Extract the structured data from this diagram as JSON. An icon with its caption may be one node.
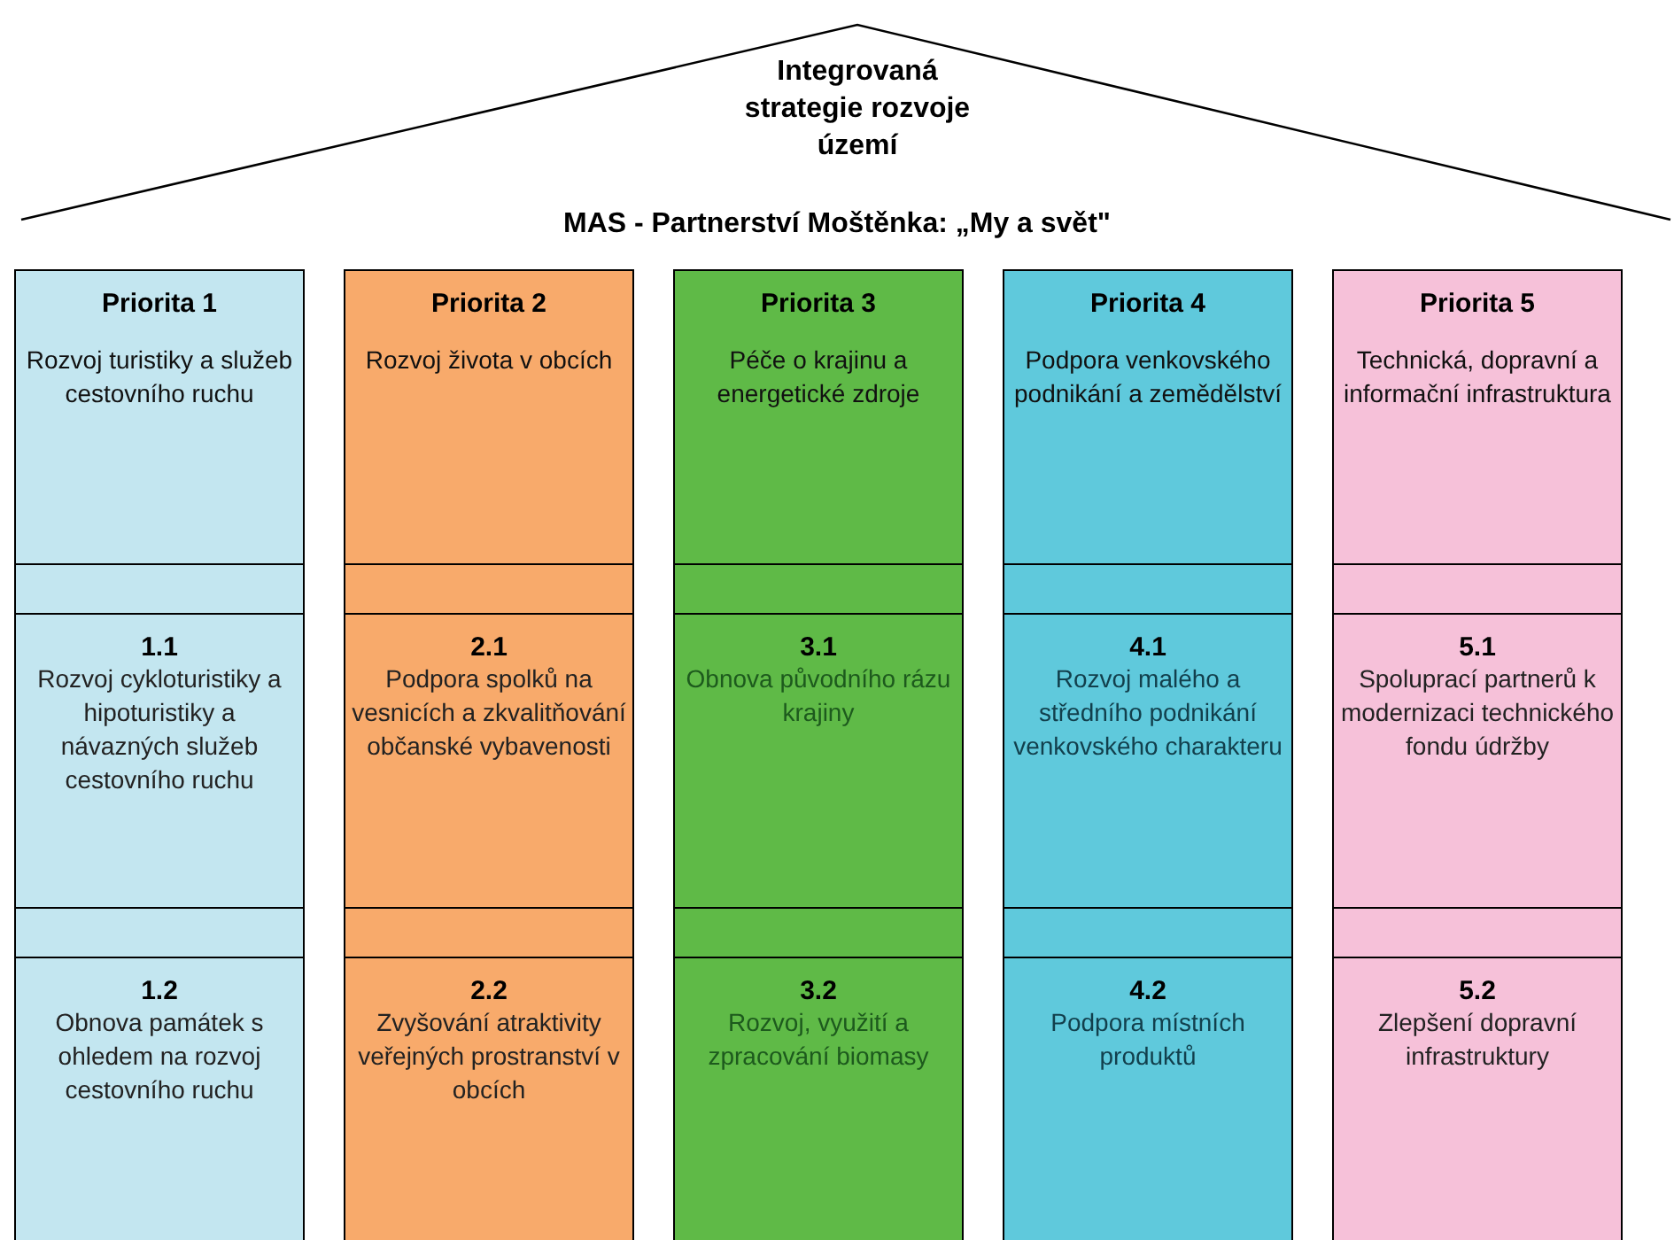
{
  "diagram": {
    "nodes": [
      {
        "text": [
          "Integrovaná strategie rozvoje území"
        ]
      },
      {
        "text": [
          "Priorita 1",
          "Rozvoj turistiky a služeb cestovního ruchu"
        ]
      },
      {
        "text": [],
        "shape": "box"
      },
      {
        "text": [
          "1.1",
          "Rozvoj cykloturistiky a hipoturistiky a návazných služeb cestovního ruchu"
        ]
      },
      {
        "text": [],
        "shape": "box"
      },
      {
        "text": [
          "1.2",
          "Obnova památek s ohledem na rozvoj cestovního ruchu"
        ]
      },
      {
        "text": [
          "Priorita 2",
          "Rozvoj života v obcích"
        ]
      },
      {
        "text": [],
        "shape": "box"
      },
      {
        "text": [
          "2.1",
          "Podpora spolků na vesnicích a zkvalitňování občanské vybavenosti"
        ]
      },
      {
        "text": [],
        "shape": "box"
      },
      {
        "text": [
          "2.2",
          "Zvyšování atraktivity veřejných prostranství v obcích"
        ]
      },
      {
        "text": [
          "Priorita 3",
          "Péče o krajinu a energetické zdroje"
        ]
      },
      {
        "text": [],
        "shape": "box"
      },
      {
        "text": [
          "3.1",
          "Obnova původního rázu krajiny"
        ]
      },
      {
        "text": [],
        "shape": "box"
      },
      {
        "text": [
          "3.2",
          "Rozvoj, využití a zpracování biomasy"
        ]
      },
      {
        "text": [
          "Priorita 4",
          "Podpora venkovského podnikání a zemědělství"
        ]
      },
      {
        "text": [],
        "shape": "box"
      },
      {
        "text": [
          "4.1",
          "Rozvoj malého a středního podnikání venkovského charakteru"
        ]
      },
      {
        "text": [],
        "shape": "box"
      },
      {
        "text": [
          "4.2",
          "Podpora místních produktů"
        ]
      },
      {
        "text": [
          "Priorita 5",
          "Technická, dopravní a informační infrastruktura"
        ]
      },
      {
        "text": [],
        "shape": "box"
      },
      {
        "text": [
          "5.1",
          "Spoluprací partnerů k modernizaci technického fondu údržby"
        ]
      },
      {
        "text": [],
        "shape": "box"
      },
      {
        "text": [
          "5.2",
          "Zlepšení dopravní infrastruktury"
        ]
      }
    ],
    "labels": [
      "MAS - Partnerství Moštěnka: „My a svět\""
    ]
  }
}
